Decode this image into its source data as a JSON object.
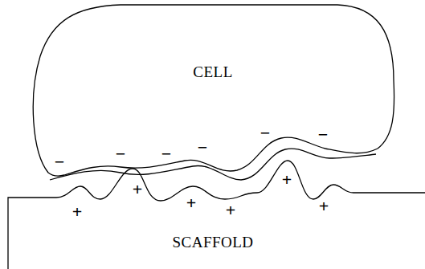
{
  "diagram": {
    "nodes": [
      {
        "text": [
          "CELL"
        ]
      },
      {
        "text": [
          "SCAFFOLD"
        ]
      }
    ],
    "labels": [
      "−",
      "−",
      "−",
      "−",
      "−",
      "−",
      "+",
      "+",
      "+",
      "+",
      "+",
      "+"
    ]
  }
}
